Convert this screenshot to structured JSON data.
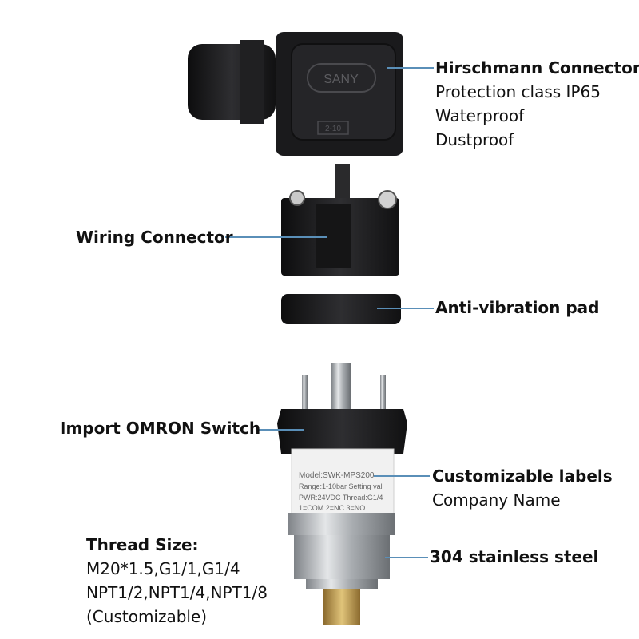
{
  "connector_logo_text": "SANY",
  "connector_small_mark": "2-10",
  "labels": {
    "hirschmann": {
      "title": "Hirschmann Connector",
      "lines": [
        "Protection class IP65",
        "Waterproof",
        "Dustproof"
      ]
    },
    "wiring": {
      "title": "Wiring Connector"
    },
    "pad": {
      "title": "Anti-vibration pad"
    },
    "switch": {
      "title": "Import OMRON Switch"
    },
    "custom_labels": {
      "title": "Customizable labels",
      "lines": [
        "Company Name"
      ]
    },
    "steel": {
      "title": "304 stainless steel"
    },
    "thread": {
      "title": "Thread Size:",
      "lines": [
        "M20*1.5,G1/1,G1/4",
        "NPT1/2,NPT1/4,NPT1/8",
        "(Customizable)"
      ]
    }
  },
  "device_label": {
    "model": "Model:SWK-MPS200",
    "range": "Range:1-10bar Setting val",
    "power": "PWR:24VDC Thread:G1/4",
    "pins": "1=COM 2=NC 3=NO"
  },
  "colors": {
    "leader_line": "#5a8fb8",
    "plastic": "#1c1c1e",
    "steel": "#b9bcbf"
  }
}
